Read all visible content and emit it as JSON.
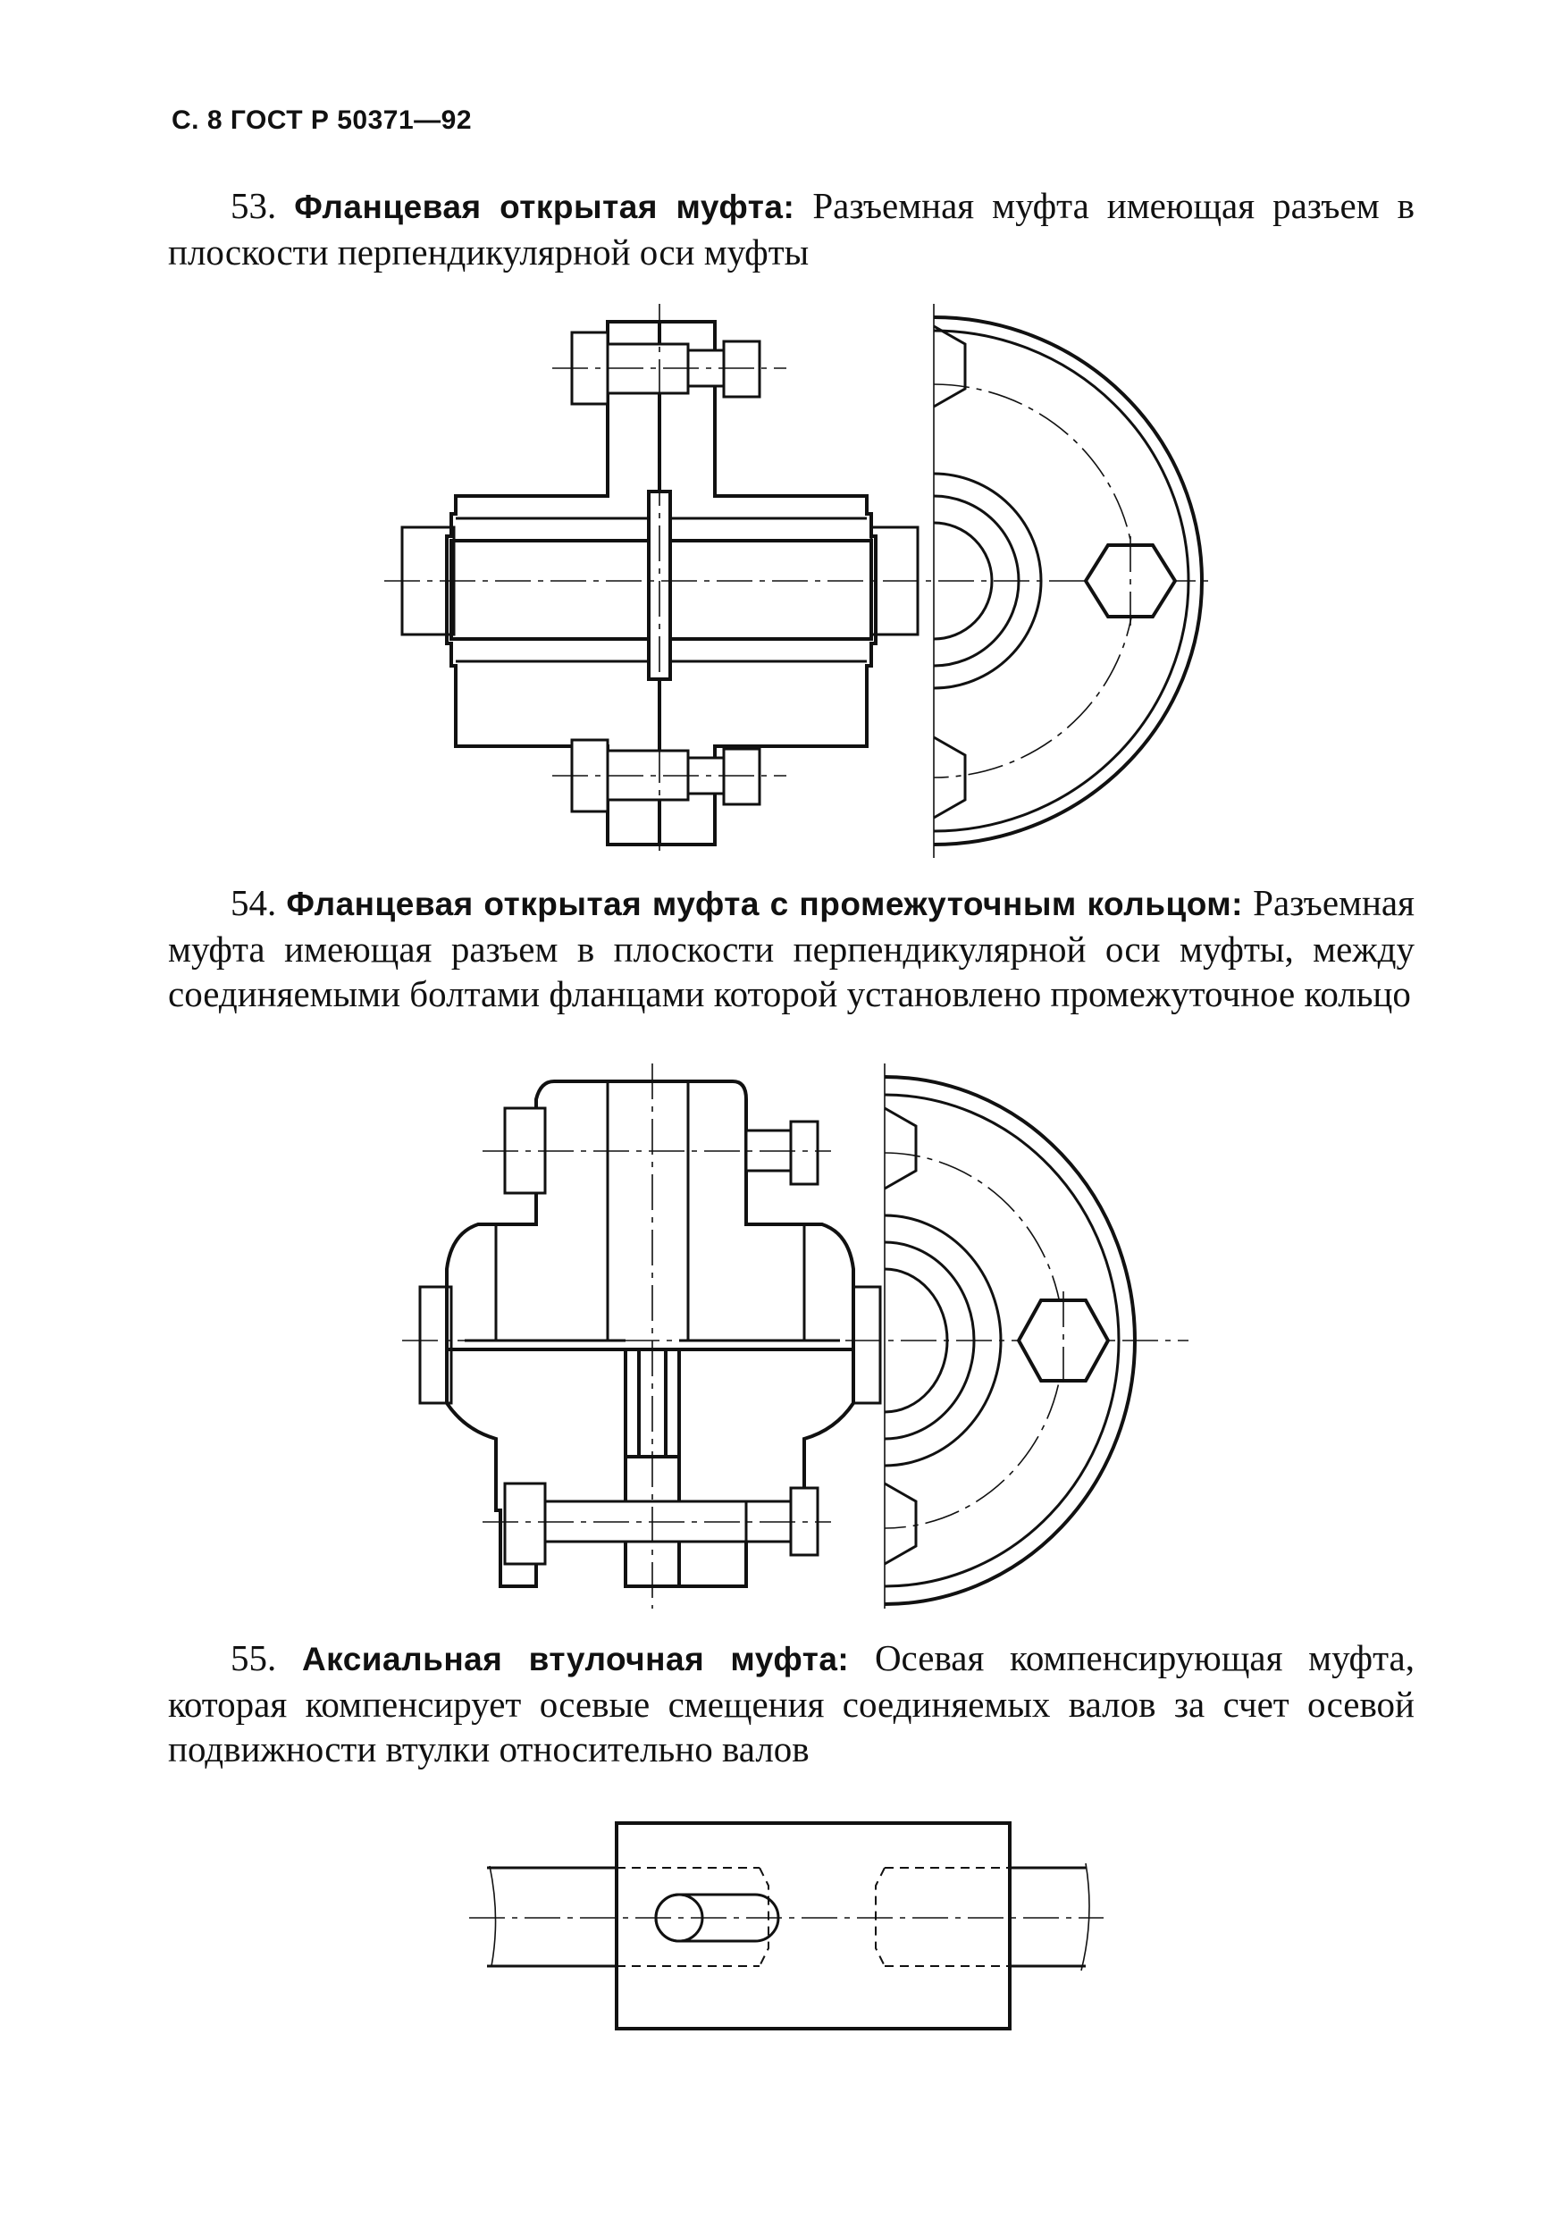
{
  "header": "С. 8 ГОСТ Р 50371—92",
  "entries": [
    {
      "number": "53.",
      "term": "Фланцевая открытая муфта:",
      "definition": "Разъемная муфта имеющая разъем в плоскости перпендикулярной оси муфты"
    },
    {
      "number": "54.",
      "term": "Фланцевая открытая муфта с промежуточным кольцом:",
      "definition": "Разъемная муфта имеющая разъем в плоскости перпендикулярной оси муфты, между соединяемыми болтами фланцами которой установлено промежуточное кольцо"
    },
    {
      "number": "55.",
      "term": "Аксиальная втулочная муфта:",
      "definition": "Осевая компенсирующая муфта, которая компенсирует осевые смещения соединяемых валов за счет осевой подвижности втулки относительно валов"
    }
  ]
}
